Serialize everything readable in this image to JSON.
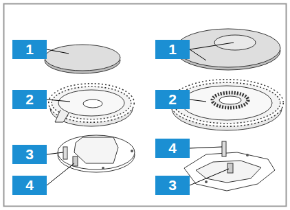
{
  "diagram": {
    "labels": [
      "1",
      "2",
      "3",
      "4",
      "1",
      "2",
      "4",
      "3"
    ]
  }
}
